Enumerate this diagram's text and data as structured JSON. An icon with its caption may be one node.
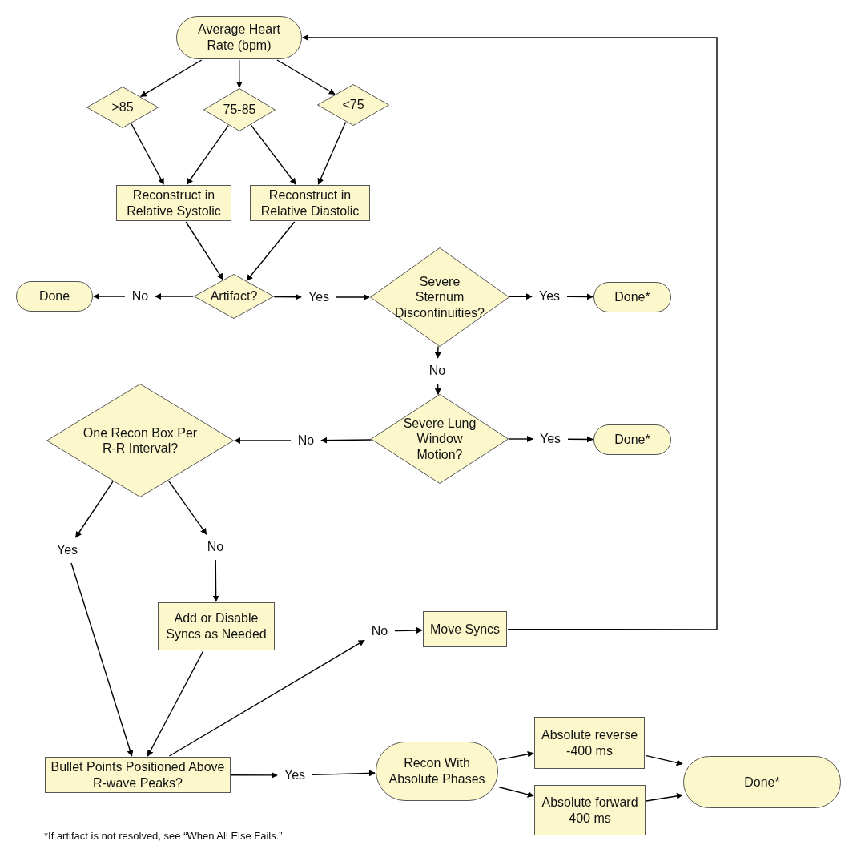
{
  "diagram": {
    "nodes": [
      {
        "text": [
          "Average Heart Rate (bpm)"
        ]
      },
      {
        "text": [
          ">85"
        ]
      },
      {
        "text": [
          "75-85"
        ]
      },
      {
        "text": [
          "<75"
        ]
      },
      {
        "text": [
          "Reconstruct in Relative Systolic"
        ]
      },
      {
        "text": [
          "Reconstruct in Relative Diastolic"
        ]
      },
      {
        "text": [
          "Done"
        ]
      },
      {
        "text": [
          "No"
        ]
      },
      {
        "text": [
          "Artifact?"
        ]
      },
      {
        "text": [
          "Yes"
        ]
      },
      {
        "text": [
          "Severe Sternum Discontinuities?"
        ]
      },
      {
        "text": [
          "Yes"
        ]
      },
      {
        "text": [
          "Done*"
        ]
      },
      {
        "text": [
          "No"
        ]
      },
      {
        "text": [
          "Severe Lung Window Motion?"
        ]
      },
      {
        "text": [
          "Yes"
        ]
      },
      {
        "text": [
          "Done*"
        ]
      },
      {
        "text": [
          "One Recon Box Per R-R Interval?"
        ]
      },
      {
        "text": [
          "No"
        ]
      },
      {
        "text": [
          "Yes"
        ]
      },
      {
        "text": [
          "No"
        ]
      },
      {
        "text": [
          "Add or Disable Syncs as Needed"
        ]
      },
      {
        "text": [
          "No"
        ]
      },
      {
        "text": [
          "Move Syncs"
        ]
      },
      {
        "text": [
          "Bullet Points Positioned Above R-wave Peaks?"
        ]
      },
      {
        "text": [
          "Yes"
        ]
      },
      {
        "text": [
          "Recon With Absolute Phases"
        ]
      },
      {
        "text": [
          "Absolute reverse -400 ms"
        ]
      },
      {
        "text": [
          "Absolute forward 400 ms"
        ]
      },
      {
        "text": [
          "Done*"
        ]
      }
    ],
    "edges": [
      {
        "from": 0,
        "to": 1,
        "arrow": "to"
      },
      {
        "from": 0,
        "to": 2,
        "arrow": "to"
      },
      {
        "from": 0,
        "to": 3,
        "arrow": "to"
      },
      {
        "from": 1,
        "to": 4,
        "arrow": "to"
      },
      {
        "from": 2,
        "to": 4,
        "arrow": "to"
      },
      {
        "from": 2,
        "to": 5,
        "arrow": "to"
      },
      {
        "from": 3,
        "to": 5,
        "arrow": "to"
      },
      {
        "from": 4,
        "to": 8,
        "arrow": "to"
      },
      {
        "from": 5,
        "to": 8,
        "arrow": "to"
      },
      {
        "from": 8,
        "to": 7,
        "arrow": "to"
      },
      {
        "from": 7,
        "to": 6,
        "arrow": "to"
      },
      {
        "from": 8,
        "to": 9,
        "arrow": "to"
      },
      {
        "from": 9,
        "to": 10,
        "arrow": "to"
      },
      {
        "from": 10,
        "to": 11,
        "arrow": "to"
      },
      {
        "from": 11,
        "to": 12,
        "arrow": "to"
      },
      {
        "from": 10,
        "to": 13,
        "arrow": "to"
      },
      {
        "from": 13,
        "to": 14,
        "arrow": "to"
      },
      {
        "from": 14,
        "to": 15,
        "arrow": "to"
      },
      {
        "from": 15,
        "to": 16,
        "arrow": "to"
      },
      {
        "from": 14,
        "to": 18,
        "arrow": "to"
      },
      {
        "from": 18,
        "to": 17,
        "arrow": "to"
      },
      {
        "from": 17,
        "to": 19,
        "arrow": "to"
      },
      {
        "from": 17,
        "to": 20,
        "arrow": "to"
      },
      {
        "from": 20,
        "to": 21,
        "arrow": "to"
      },
      {
        "from": 19,
        "to": 24,
        "arrow": "to"
      },
      {
        "from": 21,
        "to": 24,
        "arrow": "to"
      },
      {
        "from": 24,
        "to": 22,
        "arrow": "to"
      },
      {
        "from": 22,
        "to": 23,
        "arrow": "to"
      },
      {
        "from": 23,
        "to": 0,
        "arrow": "to"
      },
      {
        "from": 24,
        "to": 25,
        "arrow": "to"
      },
      {
        "from": 25,
        "to": 26,
        "arrow": "to"
      },
      {
        "from": 26,
        "to": 27,
        "arrow": "to"
      },
      {
        "from": 26,
        "to": 28,
        "arrow": "to"
      },
      {
        "from": 27,
        "to": 29,
        "arrow": "to"
      },
      {
        "from": 28,
        "to": 29,
        "arrow": "to"
      }
    ],
    "labels": [
      "*If artifact is not resolved, see “When All Else Fails.”"
    ]
  }
}
